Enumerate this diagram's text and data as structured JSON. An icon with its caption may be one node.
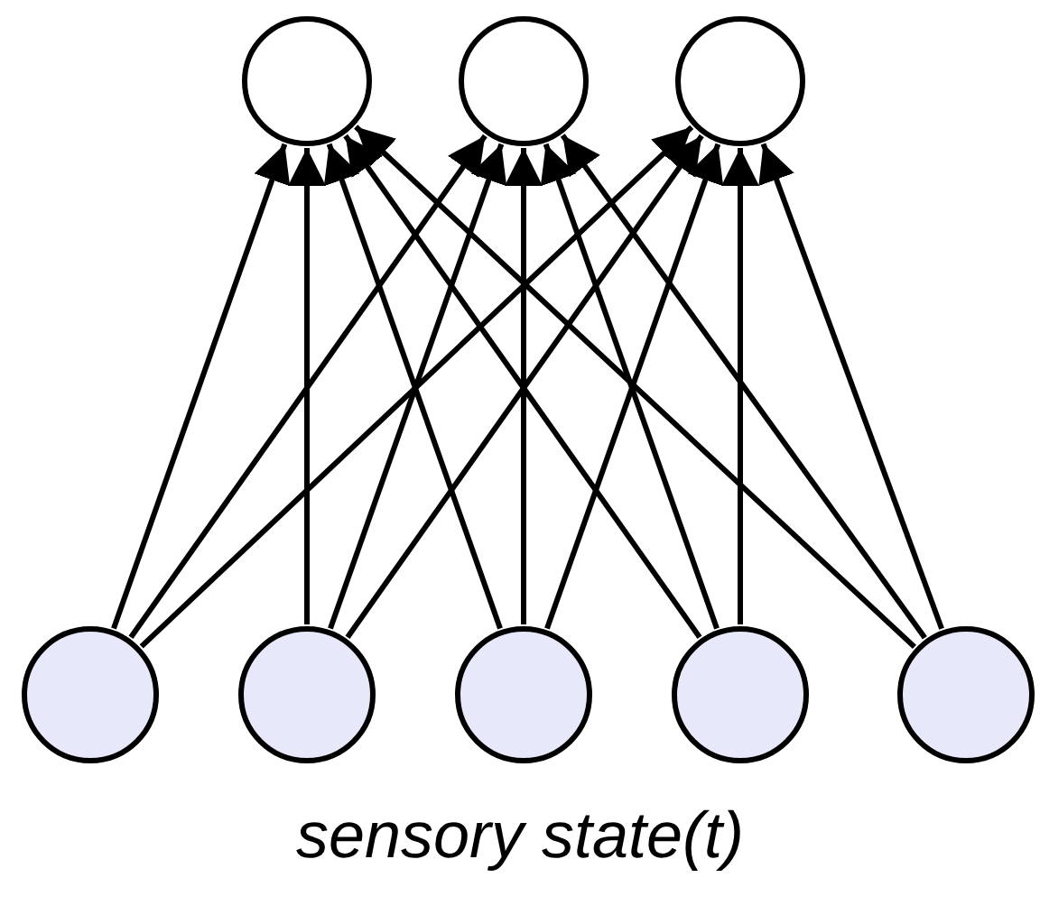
{
  "diagram": {
    "caption": "sensory state(t)",
    "nodes": [
      {
        "text": [],
        "shape": "circle"
      },
      {
        "text": [],
        "shape": "circle"
      },
      {
        "text": [],
        "shape": "circle"
      },
      {
        "text": [],
        "shape": "circle"
      },
      {
        "text": [],
        "shape": "circle"
      },
      {
        "text": [],
        "shape": "circle"
      },
      {
        "text": [],
        "shape": "circle"
      },
      {
        "text": [],
        "shape": "circle"
      }
    ],
    "edges": [
      {
        "from": 3,
        "to": 0,
        "arrow": "to"
      },
      {
        "from": 3,
        "to": 1,
        "arrow": "to"
      },
      {
        "from": 3,
        "to": 2,
        "arrow": "to"
      },
      {
        "from": 4,
        "to": 0,
        "arrow": "to"
      },
      {
        "from": 4,
        "to": 1,
        "arrow": "to"
      },
      {
        "from": 4,
        "to": 2,
        "arrow": "to"
      },
      {
        "from": 5,
        "to": 0,
        "arrow": "to"
      },
      {
        "from": 5,
        "to": 1,
        "arrow": "to"
      },
      {
        "from": 5,
        "to": 2,
        "arrow": "to"
      },
      {
        "from": 6,
        "to": 0,
        "arrow": "to"
      },
      {
        "from": 6,
        "to": 1,
        "arrow": "to"
      },
      {
        "from": 6,
        "to": 2,
        "arrow": "to"
      },
      {
        "from": 7,
        "to": 0,
        "arrow": "to"
      },
      {
        "from": 7,
        "to": 1,
        "arrow": "to"
      },
      {
        "from": 7,
        "to": 2,
        "arrow": "to"
      }
    ]
  }
}
